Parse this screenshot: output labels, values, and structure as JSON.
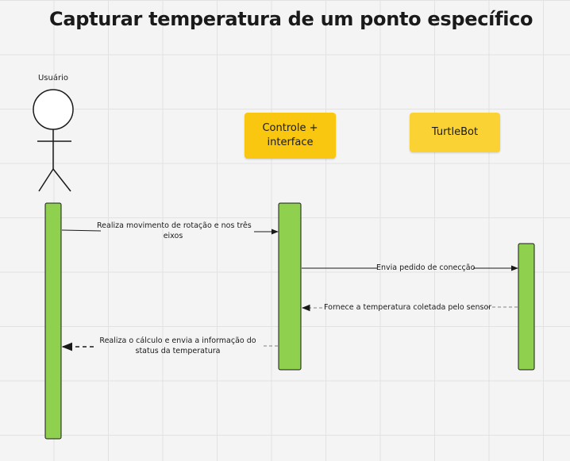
{
  "title": "Capturar temperatura de um ponto específico",
  "actor": {
    "label": "Usuário"
  },
  "participants": {
    "controle": {
      "label_line1": "Controle +",
      "label_line2": "interface"
    },
    "turtlebot": {
      "label": "TurtleBot"
    }
  },
  "messages": {
    "m1_line1": "Realiza movimento de rotação e nos três",
    "m1_line2": "eixos",
    "m2": "Envia pedido de conecção",
    "m3": "Fornece a temperatura coletada pelo sensor",
    "m4_line1": "Realiza o cálculo e envia a informação do",
    "m4_line2": "status da temperatura"
  },
  "colors": {
    "activation": "#8fd14f",
    "participant_box": "#fac710",
    "participant_box_light": "#fbd233",
    "line": "#1a1a1a",
    "dashed": "#999999"
  }
}
